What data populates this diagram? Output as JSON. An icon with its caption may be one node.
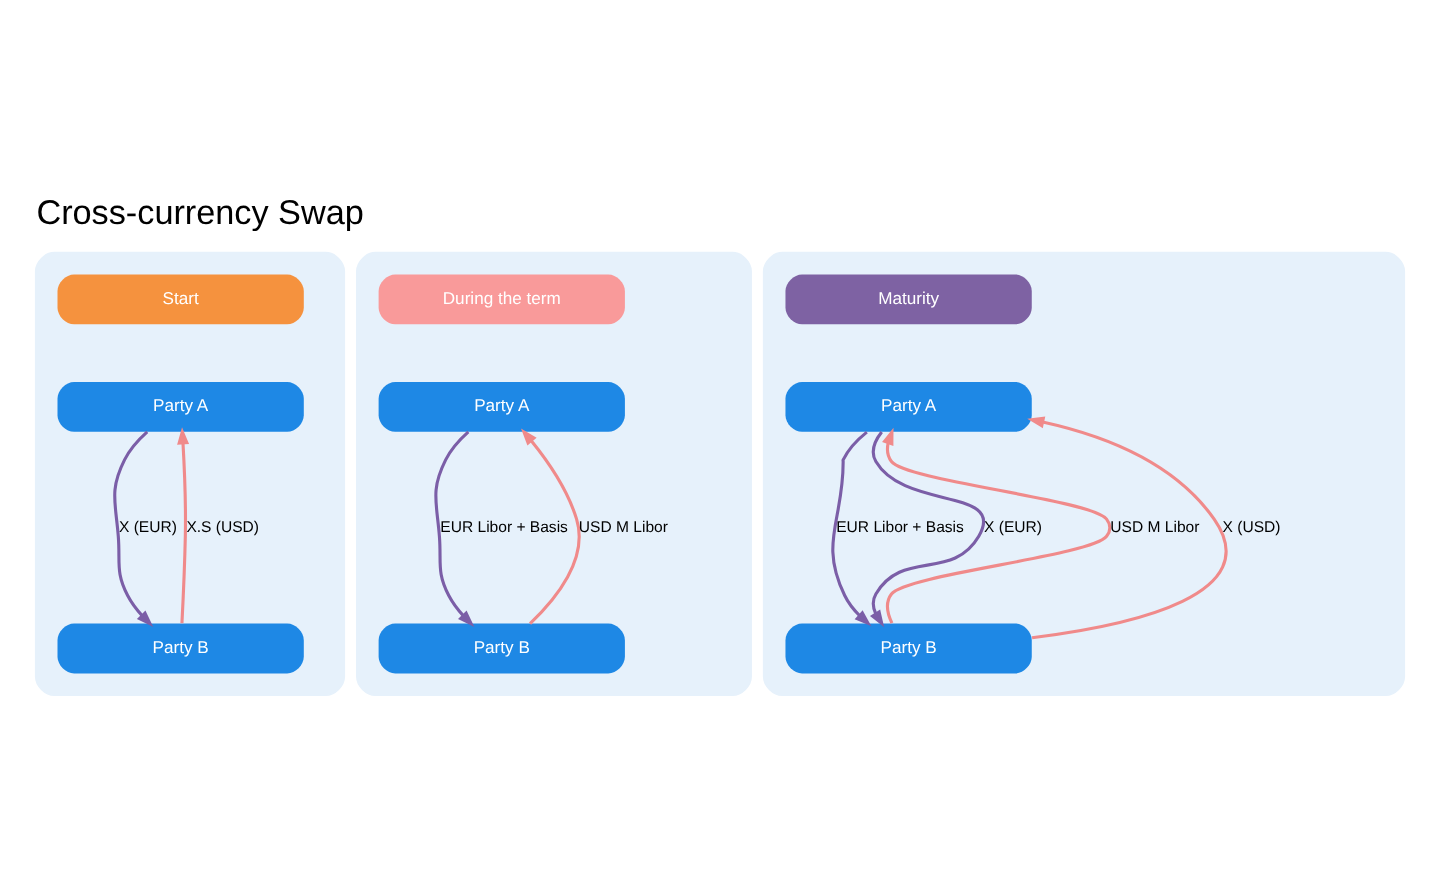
{
  "diagram": {
    "title": "Cross-currency Swap",
    "nodes": [
      {
        "text": [],
        "shape": "box"
      },
      {
        "text": [
          "Start"
        ],
        "in": 0
      },
      {
        "text": [
          "Party A"
        ],
        "in": 0
      },
      {
        "text": [
          "Party B"
        ],
        "in": 0
      },
      {
        "text": [],
        "shape": "box"
      },
      {
        "text": [
          "During the term"
        ],
        "in": 4
      },
      {
        "text": [
          "Party A"
        ],
        "in": 4
      },
      {
        "text": [
          "Party B"
        ],
        "in": 4
      },
      {
        "text": [],
        "shape": "box"
      },
      {
        "text": [
          "Maturity"
        ],
        "in": 8
      },
      {
        "text": [
          "Party A"
        ],
        "in": 8
      },
      {
        "text": [
          "Party B"
        ],
        "in": 8
      }
    ],
    "edges": [
      {
        "from": 2,
        "to": 3,
        "arrow": "to",
        "label": "X (EUR)",
        "color": "#7b5ea7"
      },
      {
        "from": 3,
        "to": 2,
        "arrow": "to",
        "label": "X.S (USD)",
        "color": "#f08a8a"
      },
      {
        "from": 6,
        "to": 7,
        "arrow": "to",
        "label": "EUR Libor + Basis",
        "color": "#7b5ea7"
      },
      {
        "from": 7,
        "to": 6,
        "arrow": "to",
        "label": "USD M Libor",
        "color": "#f08a8a"
      },
      {
        "from": 10,
        "to": 11,
        "arrow": "to",
        "label": "EUR Libor + Basis",
        "color": "#7b5ea7"
      },
      {
        "from": 11,
        "to": 10,
        "arrow": "to",
        "label": "USD M Libor",
        "color": "#f08a8a"
      },
      {
        "from": 10,
        "to": 11,
        "arrow": "to",
        "label": "X (EUR)",
        "color": "#7b5ea7"
      },
      {
        "from": 11,
        "to": 10,
        "arrow": "to",
        "label": "X (USD)",
        "color": "#f08a8a"
      }
    ]
  }
}
